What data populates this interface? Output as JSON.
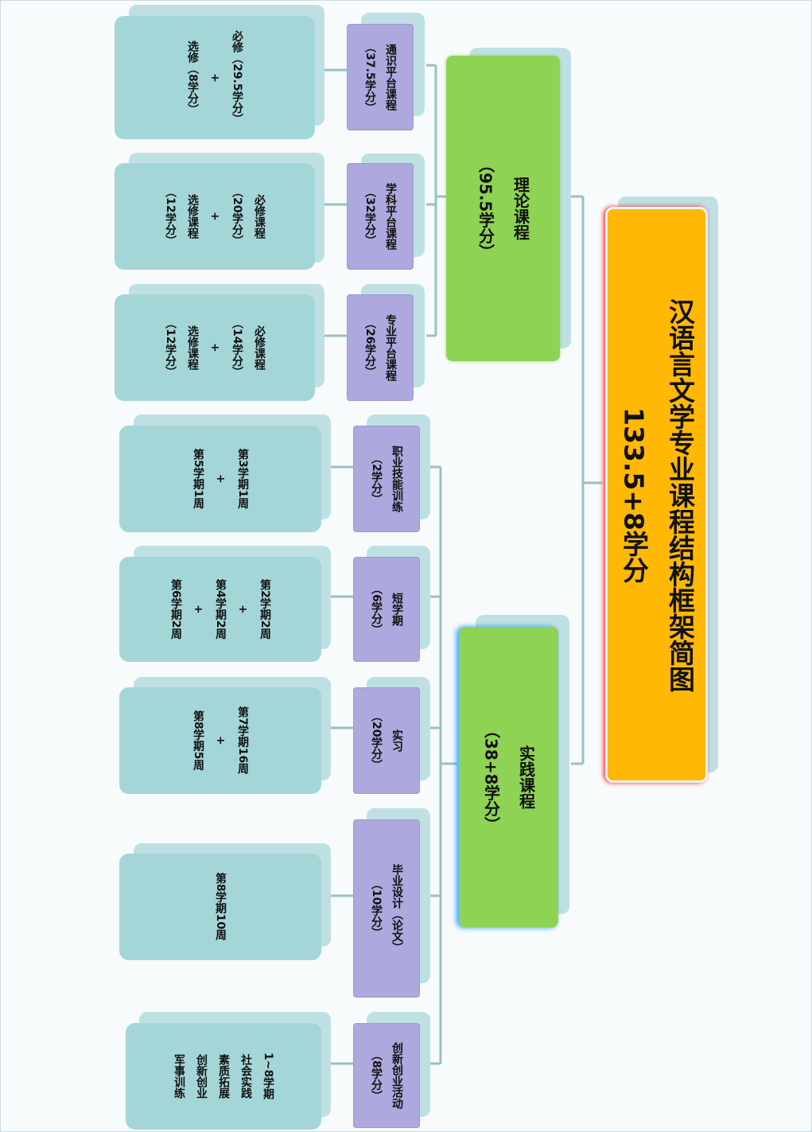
{
  "root": {
    "title": "汉语言文学专业课程结构框架简图",
    "total": "133.5+8学分"
  },
  "theory": {
    "name": "理论课程",
    "credits": "（95.5学分）",
    "subcategories": [
      {
        "name": "通识平台课程",
        "credits": "（37.5学分）",
        "details": [
          "必修（29.5学分）",
          "+",
          "选修（8学分）"
        ]
      },
      {
        "name": "学科平台课程",
        "credits": "（32学分）",
        "details": [
          "必修课程",
          "（20学分）",
          "+",
          "选修课程",
          "（12学分）"
        ]
      },
      {
        "name": "专业平台课程",
        "credits": "（26学分）",
        "details": [
          "必修课程",
          "（14学分）",
          "+",
          "选修课程",
          "（12学分）"
        ]
      }
    ]
  },
  "practice": {
    "name": "实践课程",
    "credits": "（38+8学分）",
    "subcategories": [
      {
        "name": "职业技能训练",
        "credits": "（2学分）",
        "details": [
          "第3学期1周",
          "+",
          "第5学期1周"
        ]
      },
      {
        "name": "短学期",
        "credits": "（6学分）",
        "details": [
          "第2学期2周",
          "+",
          "第4学期2周",
          "+",
          "第6学期2周"
        ]
      },
      {
        "name": "实习",
        "credits": "（20学分）",
        "details": [
          "第7学期16周",
          "+",
          "第8学期5周"
        ]
      },
      {
        "name": "毕业设计（论文）",
        "credits": "（10学分）",
        "details": [
          "第8学期10周"
        ]
      },
      {
        "name": "创新创业活动",
        "credits": "（8学分）",
        "details": [
          "1~8学期",
          "社会实践",
          "素质拓展",
          "创新创业",
          "军事训练"
        ]
      }
    ]
  }
}
